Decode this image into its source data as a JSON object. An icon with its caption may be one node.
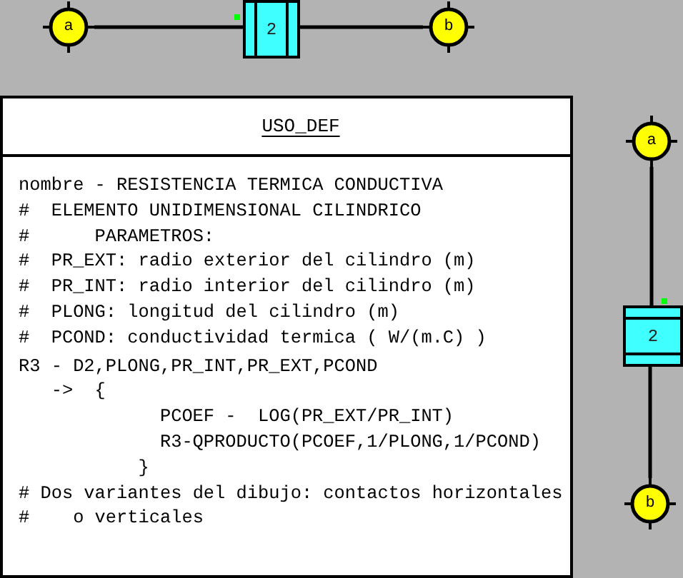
{
  "diagram": {
    "nodes": [
      {
        "text": [
          "a"
        ]
      },
      {
        "text": [
          "2"
        ]
      },
      {
        "text": [
          "b"
        ]
      },
      {
        "text": [
          "USO_DEF",
          "nombre - RESISTENCIA TERMICA CONDUCTIVA",
          "#  ELEMENTO UNIDIMENSIONAL CILINDRICO",
          "#      PARAMETROS:",
          "#  PR_EXT: radio exterior del cilindro (m)",
          "#  PR_INT: radio interior del cilindro (m)",
          "#  PLONG: longitud del cilindro (m)",
          "#  PCOND: conductividad termica ( W/(m.C) )",
          "R3 - D2,PLONG,PR_INT,PR_EXT,PCOND",
          "->  {",
          "PCOEF -  LOG(PR_EXT/PR_INT)",
          "R3-QPRODUCTO(PCOEF,1/PLONG,1/PCOND)",
          "}",
          "# Dos variantes del dibujo: contactos horizontales",
          "#    o verticales"
        ]
      },
      {
        "text": [
          "a"
        ]
      },
      {
        "text": [
          "2"
        ]
      },
      {
        "text": [
          "b"
        ]
      }
    ],
    "edges": [
      {
        "from": 0,
        "to": 1,
        "arrow": "none"
      },
      {
        "from": 1,
        "to": 2,
        "arrow": "none"
      },
      {
        "from": 4,
        "to": 5,
        "arrow": "none"
      },
      {
        "from": 5,
        "to": 6,
        "arrow": "none"
      }
    ]
  }
}
